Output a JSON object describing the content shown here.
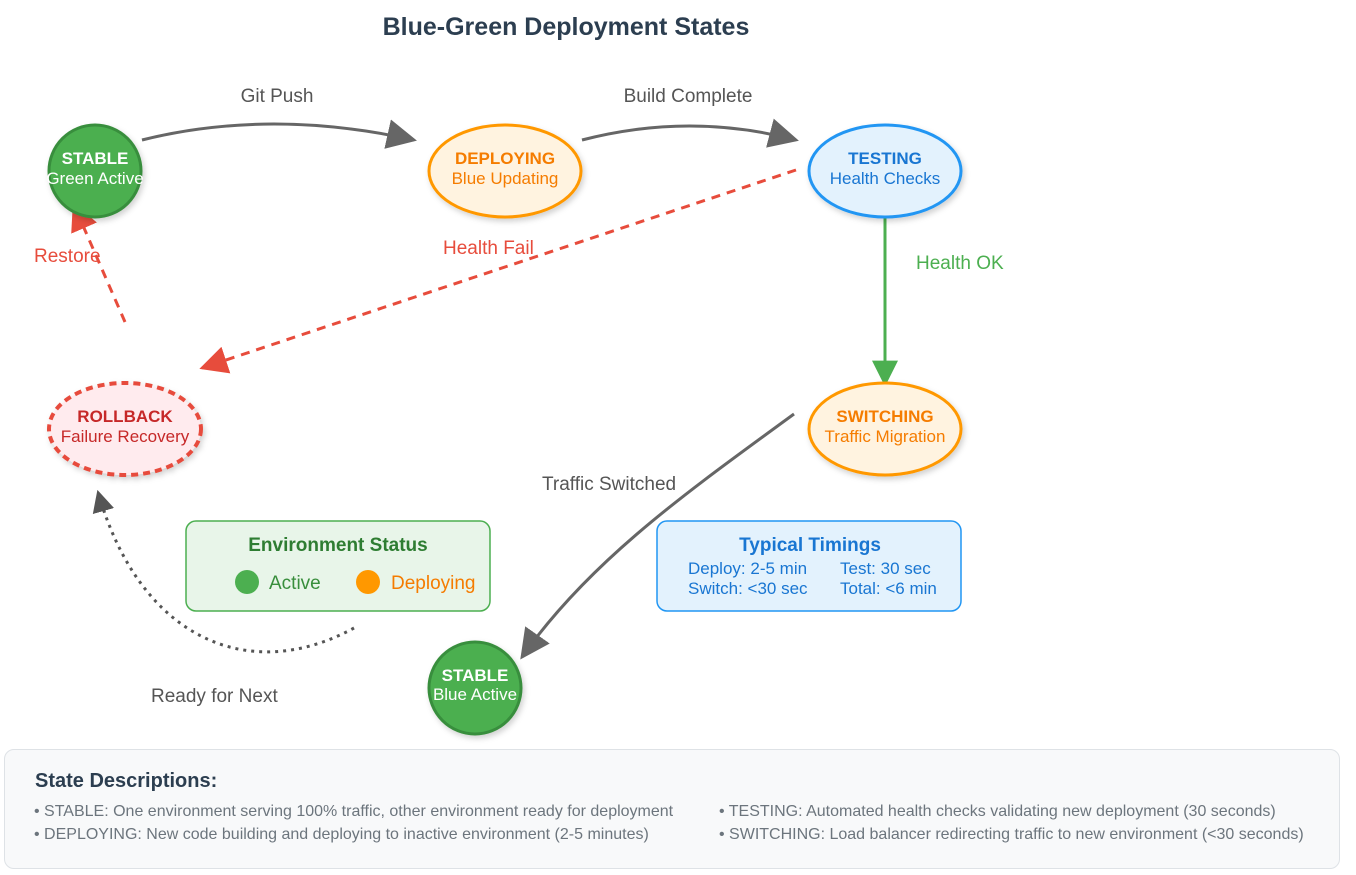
{
  "title": "Blue-Green Deployment States",
  "colors": {
    "green": "#4caf50",
    "green_border": "#388e3c",
    "orange": "#ff9800",
    "orange_fill": "#fff3e0",
    "orange_text": "#f57c00",
    "blue": "#2196f3",
    "blue_fill": "#e3f2fd",
    "blue_text": "#1976d2",
    "red": "#e74c3c",
    "red_fill": "#ffebee",
    "red_text": "#c62828",
    "arrow_gray": "#666666"
  },
  "states": {
    "stable_green": {
      "title": "STABLE",
      "subtitle": "Green Active"
    },
    "deploying": {
      "title": "DEPLOYING",
      "subtitle": "Blue Updating"
    },
    "testing": {
      "title": "TESTING",
      "subtitle": "Health Checks"
    },
    "switching": {
      "title": "SWITCHING",
      "subtitle": "Traffic Migration"
    },
    "rollback": {
      "title": "ROLLBACK",
      "subtitle": "Failure Recovery"
    },
    "stable_blue": {
      "title": "STABLE",
      "subtitle": "Blue Active"
    }
  },
  "transitions": {
    "git_push": "Git Push",
    "build_complete": "Build Complete",
    "health_ok": "Health OK",
    "health_fail": "Health Fail",
    "restore": "Restore",
    "traffic_switched": "Traffic Switched",
    "ready_for_next": "Ready for Next"
  },
  "environment_status": {
    "title": "Environment Status",
    "active_label": "Active",
    "deploying_label": "Deploying"
  },
  "timings": {
    "title": "Typical Timings",
    "deploy": "Deploy: 2-5 min",
    "test": "Test: 30 sec",
    "switch": "Switch: <30 sec",
    "total": "Total: <6 min"
  },
  "descriptions": {
    "title": "State Descriptions:",
    "stable": "• STABLE: One environment serving 100% traffic, other environment ready for deployment",
    "deploying": "• DEPLOYING: New code building and deploying to inactive environment (2-5 minutes)",
    "testing": "• TESTING: Automated health checks validating new deployment (30 seconds)",
    "switching": "• SWITCHING: Load balancer redirecting traffic to new environment (<30 seconds)"
  }
}
